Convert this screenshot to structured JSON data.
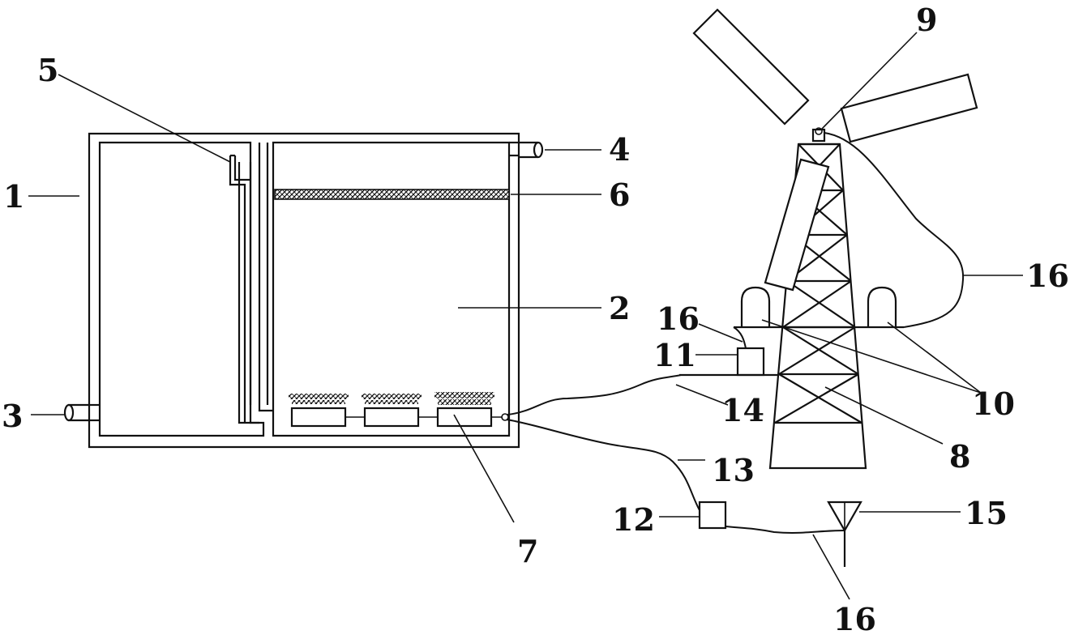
{
  "labels": {
    "l1": "1",
    "l2": "2",
    "l3": "3",
    "l4": "4",
    "l5": "5",
    "l6": "6",
    "l7": "7",
    "l8": "8",
    "l9": "9",
    "l10": "10",
    "l11": "11",
    "l12": "12",
    "l13": "13",
    "l14": "14",
    "l15": "15",
    "l16a": "16",
    "l16b": "16",
    "l16c": "16"
  }
}
